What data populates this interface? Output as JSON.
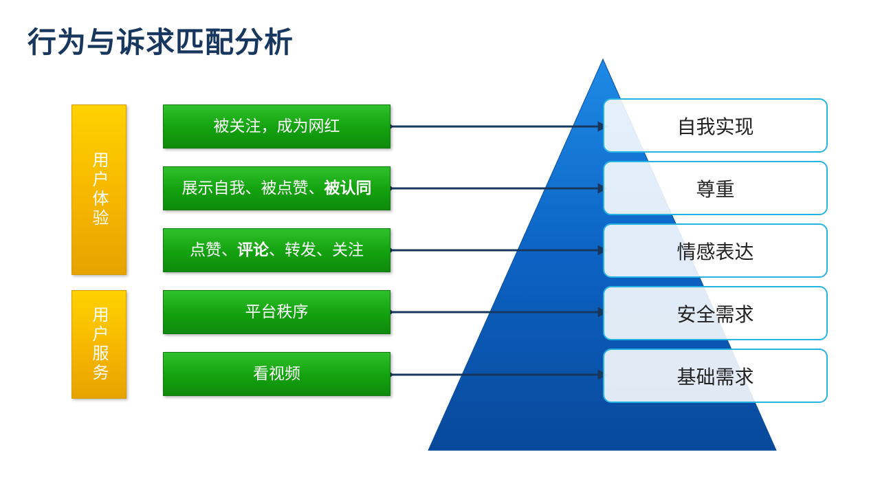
{
  "title": "行为与诉求匹配分析",
  "side_labels": [
    {
      "text": "用户体验"
    },
    {
      "text": "用户服务"
    }
  ],
  "behaviors": [
    {
      "segments": [
        {
          "text": "被关注，成为网红",
          "bold": false
        }
      ]
    },
    {
      "segments": [
        {
          "text": "展示自我、被点赞、",
          "bold": false
        },
        {
          "text": "被认同",
          "bold": true
        }
      ]
    },
    {
      "segments": [
        {
          "text": "点赞、",
          "bold": false
        },
        {
          "text": "评论",
          "bold": true
        },
        {
          "text": "、转发、关注",
          "bold": false
        }
      ]
    },
    {
      "segments": [
        {
          "text": "平台秩序",
          "bold": false
        }
      ]
    },
    {
      "segments": [
        {
          "text": "看视频",
          "bold": false
        }
      ]
    }
  ],
  "needs": [
    {
      "label": "自我实现"
    },
    {
      "label": "尊重"
    },
    {
      "label": "情感表达"
    },
    {
      "label": "安全需求"
    },
    {
      "label": "基础需求"
    }
  ],
  "colors": {
    "title": "#17375e",
    "side_label": "#f5b400",
    "behavior": "#13a10f",
    "need_border": "#25b3e4",
    "pyramid": "#0a5fc0",
    "connector": "#17375e"
  }
}
